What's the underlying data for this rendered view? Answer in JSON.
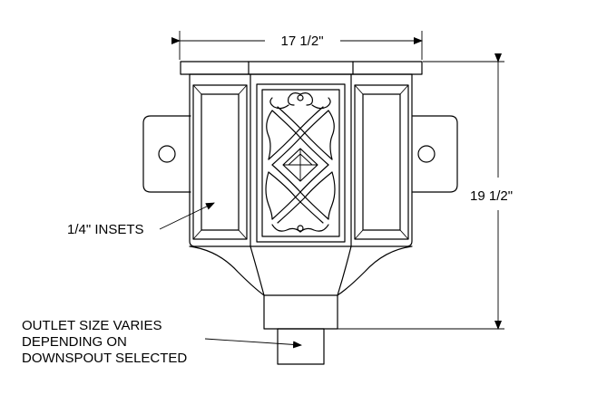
{
  "dimensions": {
    "width_label": "17 1/2\"",
    "height_label": "19 1/2\""
  },
  "callouts": {
    "insets_label": "1/4\" INSETS",
    "outlet_line1": "OUTLET SIZE VARIES",
    "outlet_line2": "DEPENDING ON",
    "outlet_line3": "DOWNSPOUT SELECTED"
  }
}
